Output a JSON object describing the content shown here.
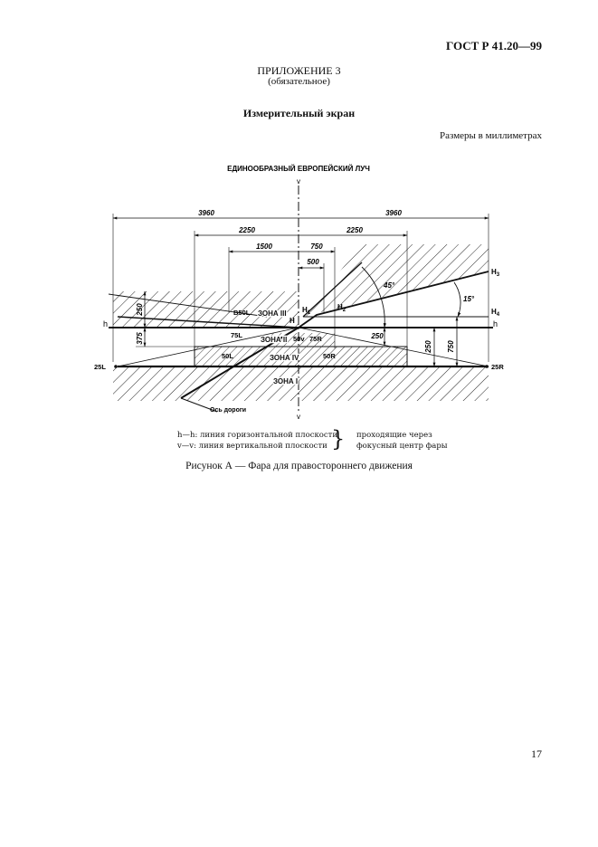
{
  "header": {
    "standard": "ГОСТ Р 41.20—99"
  },
  "appendix": {
    "title": "ПРИЛОЖЕНИЕ 3",
    "subtitle": "(обязательное)"
  },
  "section_title": "Измерительный экран",
  "units_note": "Размеры в миллиметрах",
  "figure": {
    "title": "ЕДИНООБРАЗНЫЙ ЕВРОПЕЙСКИЙ ЛУЧ",
    "dims": {
      "left_total": "3960",
      "right_total": "3960",
      "left_2250": "2250",
      "right_2250": "2250",
      "left_1500": "1500",
      "right_750": "750",
      "right_500": "500",
      "v_250": "250",
      "v_375": "375",
      "h_250": "250",
      "r_250": "250",
      "r_750": "750"
    },
    "angles": {
      "a45": "45°",
      "a15": "15°"
    },
    "lines": {
      "h": "h",
      "v": "v",
      "H": "H",
      "H1": "H",
      "H1_sub": "1",
      "H2": "H",
      "H2_sub": "2",
      "H3": "H",
      "H3_sub": "3",
      "H4": "H",
      "H4_sub": "4"
    },
    "points": {
      "b50l": "B50L",
      "p75l": "75L",
      "p50l": "50L",
      "p50v": "50v",
      "p75r": "75R",
      "p50r": "50R",
      "p25l": "25L",
      "p25r": "25R"
    },
    "zones": {
      "z1": "ЗОНА I",
      "z2": "ЗОНА II",
      "z3": "ЗОНА III",
      "z4": "ЗОНА IV"
    },
    "road_axis": "Ось дороги"
  },
  "legend": {
    "hh": "h—h: линия горизонтальной плоскости",
    "vv": "v—v: линия вертикальной плоскости",
    "brace": "}",
    "right1": "проходящие через",
    "right2": "фокусный центр фары"
  },
  "caption": "Рисунок А — Фара для правостороннего движения",
  "page_number": "17"
}
